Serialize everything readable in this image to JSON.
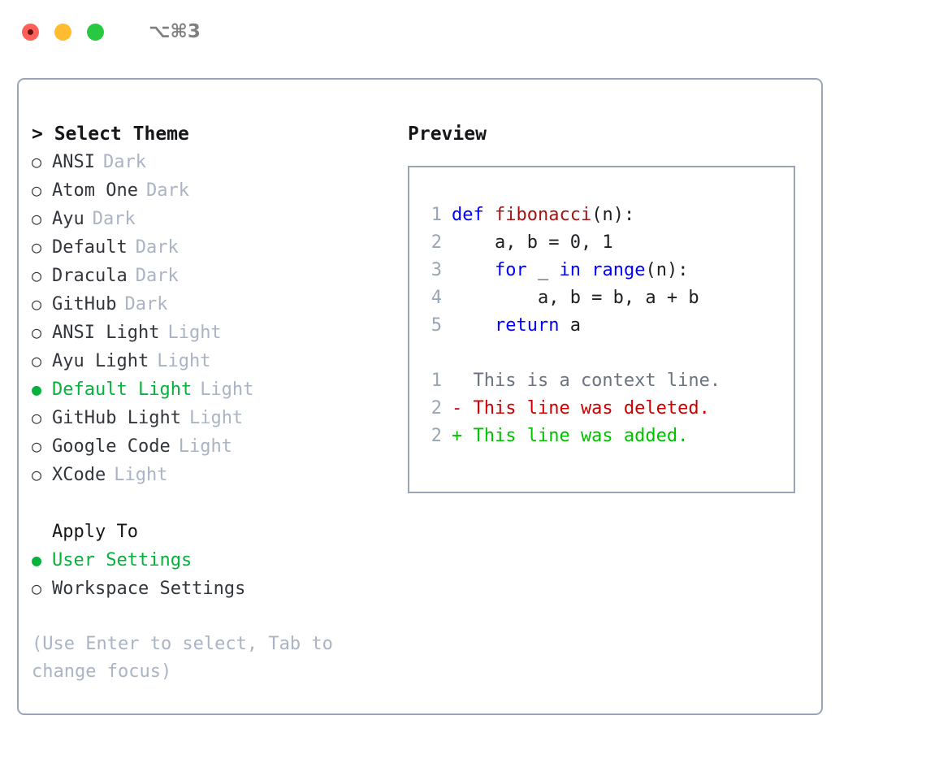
{
  "titlebar": {
    "shortcut": "⌥⌘3",
    "buttons": [
      {
        "name": "close",
        "color": "#ff6057"
      },
      {
        "name": "minimize",
        "color": "#febc2e"
      },
      {
        "name": "maximize",
        "color": "#28c840"
      }
    ]
  },
  "theme_list": {
    "header": "> Select Theme",
    "items": [
      {
        "bullet": "○",
        "label": "ANSI",
        "tag": "Dark",
        "selected": false
      },
      {
        "bullet": "○",
        "label": "Atom One",
        "tag": "Dark",
        "selected": false
      },
      {
        "bullet": "○",
        "label": "Ayu",
        "tag": "Dark",
        "selected": false
      },
      {
        "bullet": "○",
        "label": "Default",
        "tag": "Dark",
        "selected": false
      },
      {
        "bullet": "○",
        "label": "Dracula",
        "tag": "Dark",
        "selected": false
      },
      {
        "bullet": "○",
        "label": "GitHub",
        "tag": "Dark",
        "selected": false
      },
      {
        "bullet": "○",
        "label": "ANSI Light",
        "tag": "Light",
        "selected": false
      },
      {
        "bullet": "○",
        "label": "Ayu Light",
        "tag": "Light",
        "selected": false
      },
      {
        "bullet": "●",
        "label": "Default Light",
        "tag": "Light",
        "selected": true
      },
      {
        "bullet": "○",
        "label": "GitHub Light",
        "tag": "Light",
        "selected": false
      },
      {
        "bullet": "○",
        "label": "Google Code",
        "tag": "Light",
        "selected": false
      },
      {
        "bullet": "○",
        "label": "XCode",
        "tag": "Light",
        "selected": false
      }
    ]
  },
  "apply_to": {
    "title": "Apply To",
    "items": [
      {
        "bullet": "●",
        "label": "User Settings",
        "selected": true
      },
      {
        "bullet": "○",
        "label": "Workspace Settings",
        "selected": false
      }
    ]
  },
  "hint": "(Use Enter to select, Tab to change focus)",
  "preview": {
    "header": "Preview",
    "code_lines": [
      {
        "no": "1",
        "segments": [
          {
            "text": "def ",
            "type": "keyword"
          },
          {
            "text": "fibonacci",
            "type": "function"
          },
          {
            "text": "(n):",
            "type": "plain"
          }
        ]
      },
      {
        "no": "2",
        "segments": [
          {
            "text": "    a, b = 0, 1",
            "type": "plain"
          }
        ]
      },
      {
        "no": "3",
        "segments": [
          {
            "text": "    ",
            "type": "plain"
          },
          {
            "text": "for",
            "type": "keyword"
          },
          {
            "text": " _ ",
            "type": "plain"
          },
          {
            "text": "in",
            "type": "keyword"
          },
          {
            "text": " ",
            "type": "plain"
          },
          {
            "text": "range",
            "type": "keyword"
          },
          {
            "text": "(n):",
            "type": "plain"
          }
        ]
      },
      {
        "no": "4",
        "segments": [
          {
            "text": "        a, b = b, a + b",
            "type": "plain"
          }
        ]
      },
      {
        "no": "5",
        "segments": [
          {
            "text": "    ",
            "type": "plain"
          },
          {
            "text": "return",
            "type": "keyword"
          },
          {
            "text": " a",
            "type": "plain"
          }
        ]
      }
    ],
    "diff_lines": [
      {
        "no": "1",
        "marker": " ",
        "text": "  This is a context line.",
        "kind": "context"
      },
      {
        "no": "2",
        "marker": "-",
        "text": "- This line was deleted.",
        "kind": "deleted"
      },
      {
        "no": "2",
        "marker": "+",
        "text": "+ This line was added.",
        "kind": "added"
      }
    ]
  },
  "colors": {
    "accent_green": "#05b33c",
    "tag_gray": "#aab4c4",
    "border": "#9aa5b5",
    "keyword_blue": "#0000ff",
    "function_red": "#a31515",
    "diff_deleted": "#cc0000",
    "diff_added": "#00c000"
  }
}
